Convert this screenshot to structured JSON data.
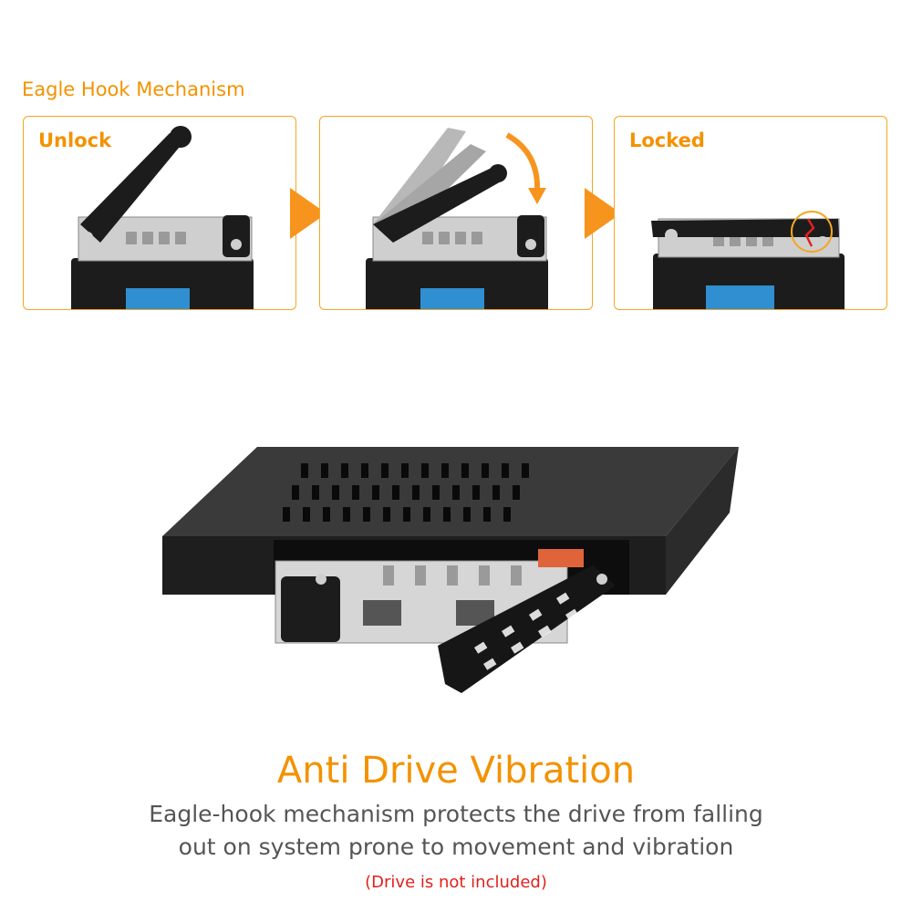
{
  "header": {
    "section_title": "Eagle Hook Mechanism"
  },
  "panels": [
    {
      "label": "Unlock"
    },
    {
      "label": ""
    },
    {
      "label": "Locked"
    }
  ],
  "main": {
    "headline": "Anti Drive Vibration",
    "description_line1": "Eagle-hook mechanism protects the drive from falling",
    "description_line2": "out on system prone to movement and vibration",
    "note": "(Drive is not included)"
  },
  "colors": {
    "accent": "#f39200",
    "arrow": "#f7941d",
    "note": "#e2211c",
    "body_text": "#555555",
    "panel_border": "#f5a623"
  }
}
